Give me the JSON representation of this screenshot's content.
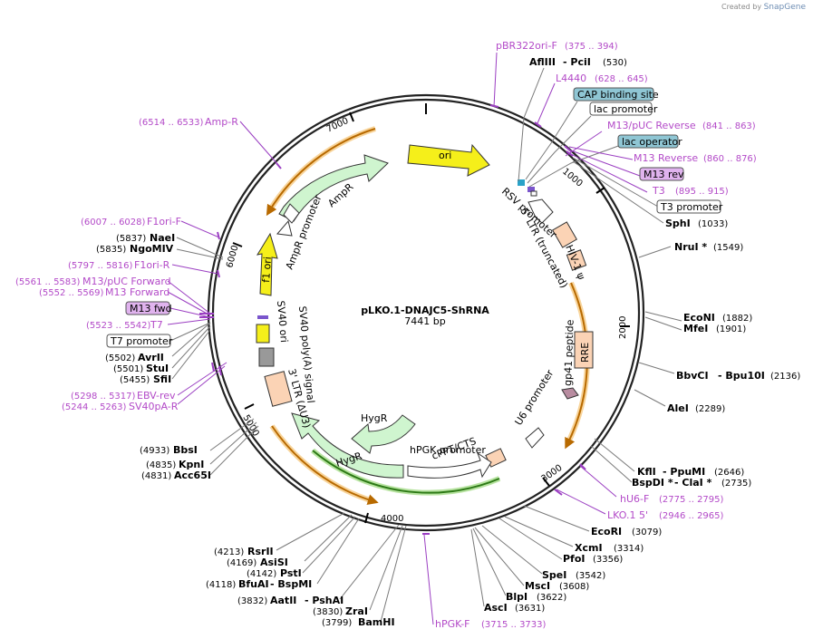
{
  "credit": {
    "created_by": "Created by",
    "brand": "SnapGene"
  },
  "plasmid": {
    "name": "pLKO.1-DNAJC5-ShRNA",
    "length": "7441 bp"
  },
  "ticks": [
    "1000",
    "2000",
    "3000",
    "4000",
    "5000",
    "6000",
    "7000"
  ],
  "features": {
    "ori": "ori",
    "ampr": "AmpR",
    "ampr_promoter": "AmpR promoter",
    "f1_ori": "f1 ori",
    "rsv_promoter": "RSV promoter",
    "ltr5": "5' LTR (truncated)",
    "hiv_psi": "HIV-1 ψ",
    "rre": "RRE",
    "gp41": "gp41 peptide",
    "u6": "U6 promoter",
    "cppt": "cPPT/CTS",
    "hpgk": "hPGK promoter",
    "hygr_a": "HygR",
    "hygr_b": "HygR",
    "ltr3": "3' LTR (ΔU3)",
    "sv40_pa": "SV40 poly(A) signal",
    "sv40_ori": "SV40 ori"
  },
  "sites": {
    "pbr": {
      "name": "pBR322ori-F",
      "pos": "(375 .. 394)"
    },
    "afl": {
      "name": "AflIII",
      "extra": "-  PciI",
      "pos": "(530)"
    },
    "l4440": {
      "name": "L4440",
      "pos": "(628 .. 645)"
    },
    "cap": "CAP binding site",
    "lacp": "lac promoter",
    "m13puc_rev": {
      "name": "M13/pUC Reverse",
      "pos": "(841 .. 863)"
    },
    "lacop": "lac operator",
    "m13_rev": {
      "name": "M13 Reverse",
      "pos": "(860 .. 876)"
    },
    "m13rev_box": "M13 rev",
    "t3": {
      "name": "T3",
      "pos": "(895 .. 915)"
    },
    "t3p": "T3 promoter",
    "sphi": {
      "name": "SphI",
      "pos": "(1033)"
    },
    "nrui": {
      "name": "NruI *",
      "pos": "(1549)"
    },
    "econi": {
      "name": "EcoNI",
      "pos": "(1882)"
    },
    "mfei": {
      "name": "MfeI",
      "pos": "(1901)"
    },
    "bbvci": {
      "name": "BbvCI",
      "extra": "-  Bpu10I",
      "pos": "(2136)"
    },
    "alei": {
      "name": "AleI",
      "pos": "(2289)"
    },
    "kfli": {
      "name": "KflI",
      "extra": "-  PpuMI",
      "pos": "(2646)"
    },
    "bspdi": {
      "name": "BspDI *",
      "extra": "-  ClaI *",
      "pos": "(2735)"
    },
    "hu6f": {
      "name": "hU6-F",
      "pos": "(2775 .. 2795)"
    },
    "lko": {
      "name": "LKO.1 5'",
      "pos": "(2946 .. 2965)"
    },
    "ecori": {
      "name": "EcoRI",
      "pos": "(3079)"
    },
    "xcmi": {
      "name": "XcmI",
      "pos": "(3314)"
    },
    "pfoi": {
      "name": "PfoI",
      "pos": "(3356)"
    },
    "spei": {
      "name": "SpeI",
      "pos": "(3542)"
    },
    "msci": {
      "name": "MscI",
      "pos": "(3608)"
    },
    "blpi": {
      "name": "BlpI",
      "pos": "(3622)"
    },
    "asci": {
      "name": "AscI",
      "pos": "(3631)"
    },
    "hpgkf": {
      "name": "hPGK-F",
      "pos": "(3715 .. 3733)"
    },
    "bamhi": {
      "name": "BamHI",
      "pos": "(3799)"
    },
    "zrai": {
      "name": "ZraI",
      "pos": "(3830)"
    },
    "aatii": {
      "name": "AatII",
      "extra": "-  PshAI",
      "pos": "(3832)"
    },
    "bfuai": {
      "name": "BfuAI",
      "extra": "-  BspMI",
      "pos": "(4118)"
    },
    "psti": {
      "name": "PstI",
      "pos": "(4142)"
    },
    "asisi": {
      "name": "AsiSI",
      "pos": "(4169)"
    },
    "rsrii": {
      "name": "RsrII",
      "pos": "(4213)"
    },
    "acc65i": {
      "name": "Acc65I",
      "pos": "(4831)"
    },
    "kpni": {
      "name": "KpnI",
      "pos": "(4835)"
    },
    "bbsi": {
      "name": "BbsI",
      "pos": "(4933)"
    },
    "sv40pa_r": {
      "name": "SV40pA-R",
      "pos": "(5244 .. 5263)"
    },
    "ebv": {
      "name": "EBV-rev",
      "pos": "(5298 .. 5317)"
    },
    "sfii": {
      "name": "SfiI",
      "pos": "(5455)"
    },
    "stui": {
      "name": "StuI",
      "pos": "(5501)"
    },
    "avrii": {
      "name": "AvrII",
      "pos": "(5502)"
    },
    "t7p": "T7 promoter",
    "t7": {
      "name": "T7",
      "pos": "(5523 .. 5542)"
    },
    "m13fwd_box": "M13 fwd",
    "m13_fwd": {
      "name": "M13 Forward",
      "pos": "(5552 .. 5569)"
    },
    "m13puc_fwd": {
      "name": "M13/pUC Forward",
      "pos": "(5561 .. 5583)"
    },
    "f1ori_r": {
      "name": "F1ori-R",
      "pos": "(5797 .. 5816)"
    },
    "ngomiv": {
      "name": "NgoMIV",
      "pos": "(5835)"
    },
    "naei": {
      "name": "NaeI",
      "pos": "(5837)"
    },
    "f1ori_f": {
      "name": "F1ori-F",
      "pos": "(6007 .. 6028)"
    },
    "ampr_primer": {
      "name": "Amp-R",
      "pos": "(6514 .. 6533)"
    }
  }
}
